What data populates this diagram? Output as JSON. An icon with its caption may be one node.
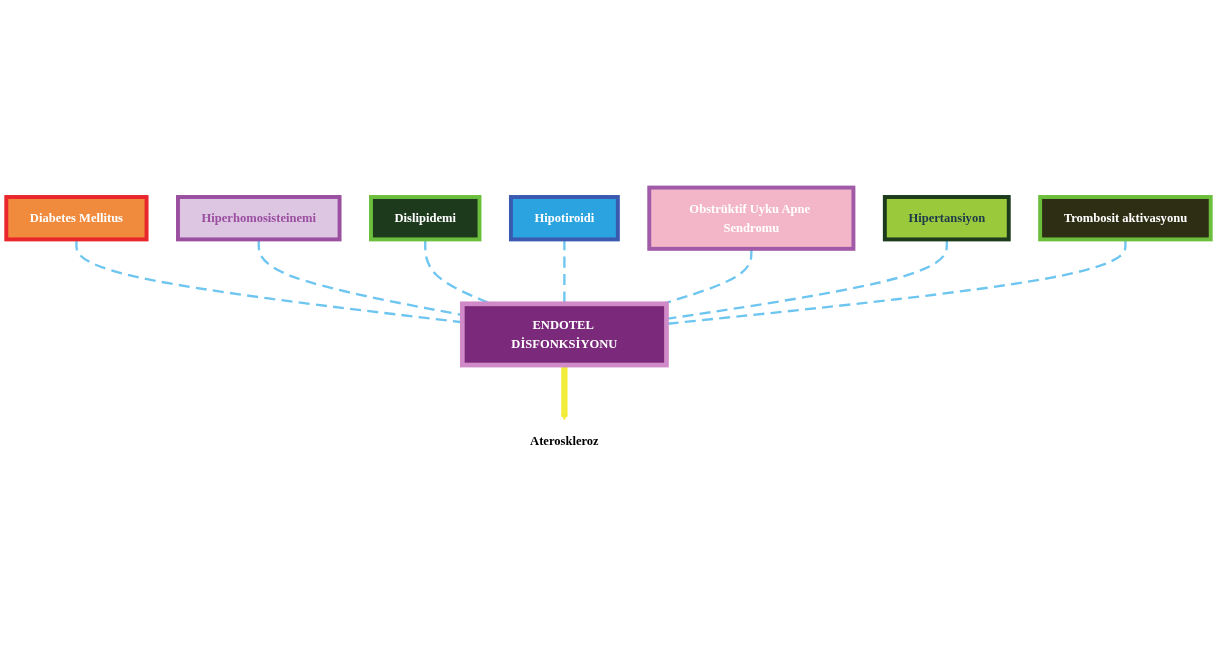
{
  "diagram": {
    "nodes": [
      {
        "text": [
          "Diabetes Mellitus"
        ]
      },
      {
        "text": [
          "Hiperhomosisteinemi"
        ]
      },
      {
        "text": [
          "Dislipidemi"
        ]
      },
      {
        "text": [
          "ENDOTEL DİSFONKSİYONU"
        ]
      },
      {
        "text": [
          "Hipotiroidi"
        ]
      },
      {
        "text": [
          "Obstrüktif Uyku Apne Sendromu"
        ]
      },
      {
        "text": [
          "Hipertansiyon"
        ]
      },
      {
        "text": [
          "Trombosit aktivasyonu"
        ]
      },
      {
        "text": [
          "Ateroskleroz"
        ]
      }
    ],
    "edges": [
      {
        "from": 0,
        "to": 3,
        "arrow": "none",
        "style": "dashed"
      },
      {
        "from": 1,
        "to": 3,
        "arrow": "none",
        "style": "dashed"
      },
      {
        "from": 2,
        "to": 3,
        "arrow": "none",
        "style": "dashed"
      },
      {
        "from": 4,
        "to": 3,
        "arrow": "none",
        "style": "dashed"
      },
      {
        "from": 5,
        "to": 3,
        "arrow": "none",
        "style": "dashed"
      },
      {
        "from": 6,
        "to": 3,
        "arrow": "none",
        "style": "dashed"
      },
      {
        "from": 7,
        "to": 3,
        "arrow": "none",
        "style": "dashed"
      },
      {
        "from": 3,
        "to": 8,
        "arrow": "to",
        "style": "thick",
        "color": "#f2ec3a"
      }
    ]
  }
}
